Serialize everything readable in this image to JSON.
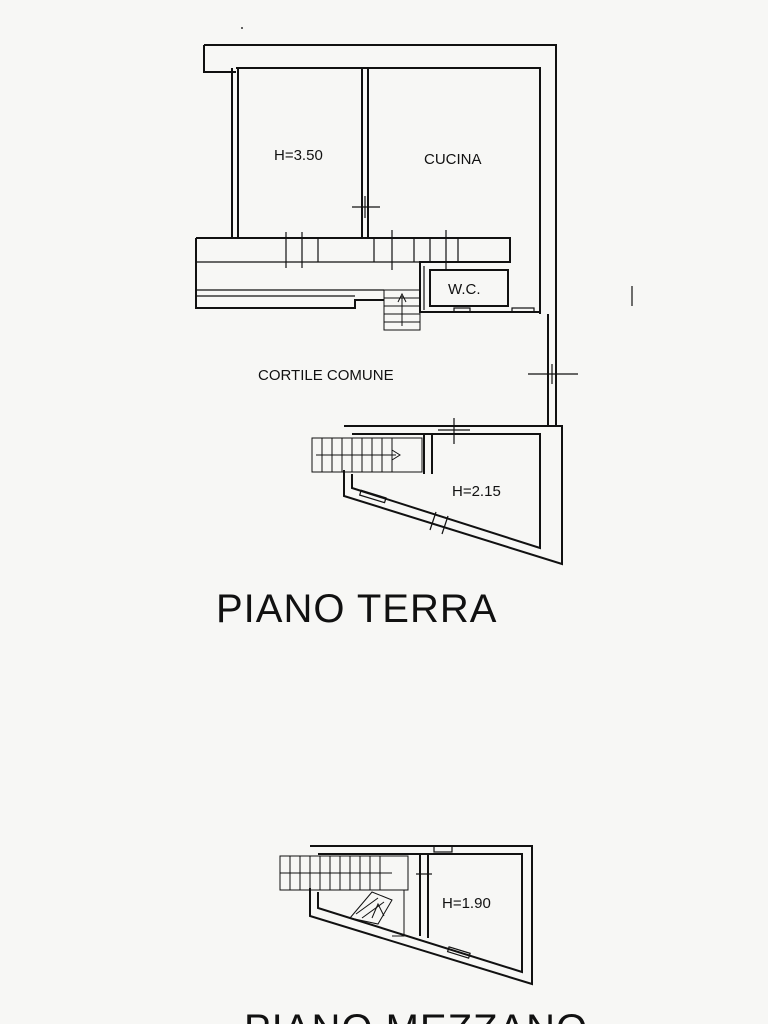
{
  "ground_floor": {
    "title": "PIANO TERRA",
    "rooms": {
      "room_height_main": "H=3.50",
      "kitchen": "CUCINA",
      "wc": "W.C.",
      "courtyard": "CORTILE COMUNE",
      "room_height_annex": "H=2.15"
    }
  },
  "mezzanine_floor": {
    "title": "PIANO MEZZANO",
    "rooms": {
      "room_height": "H=1.90"
    }
  }
}
